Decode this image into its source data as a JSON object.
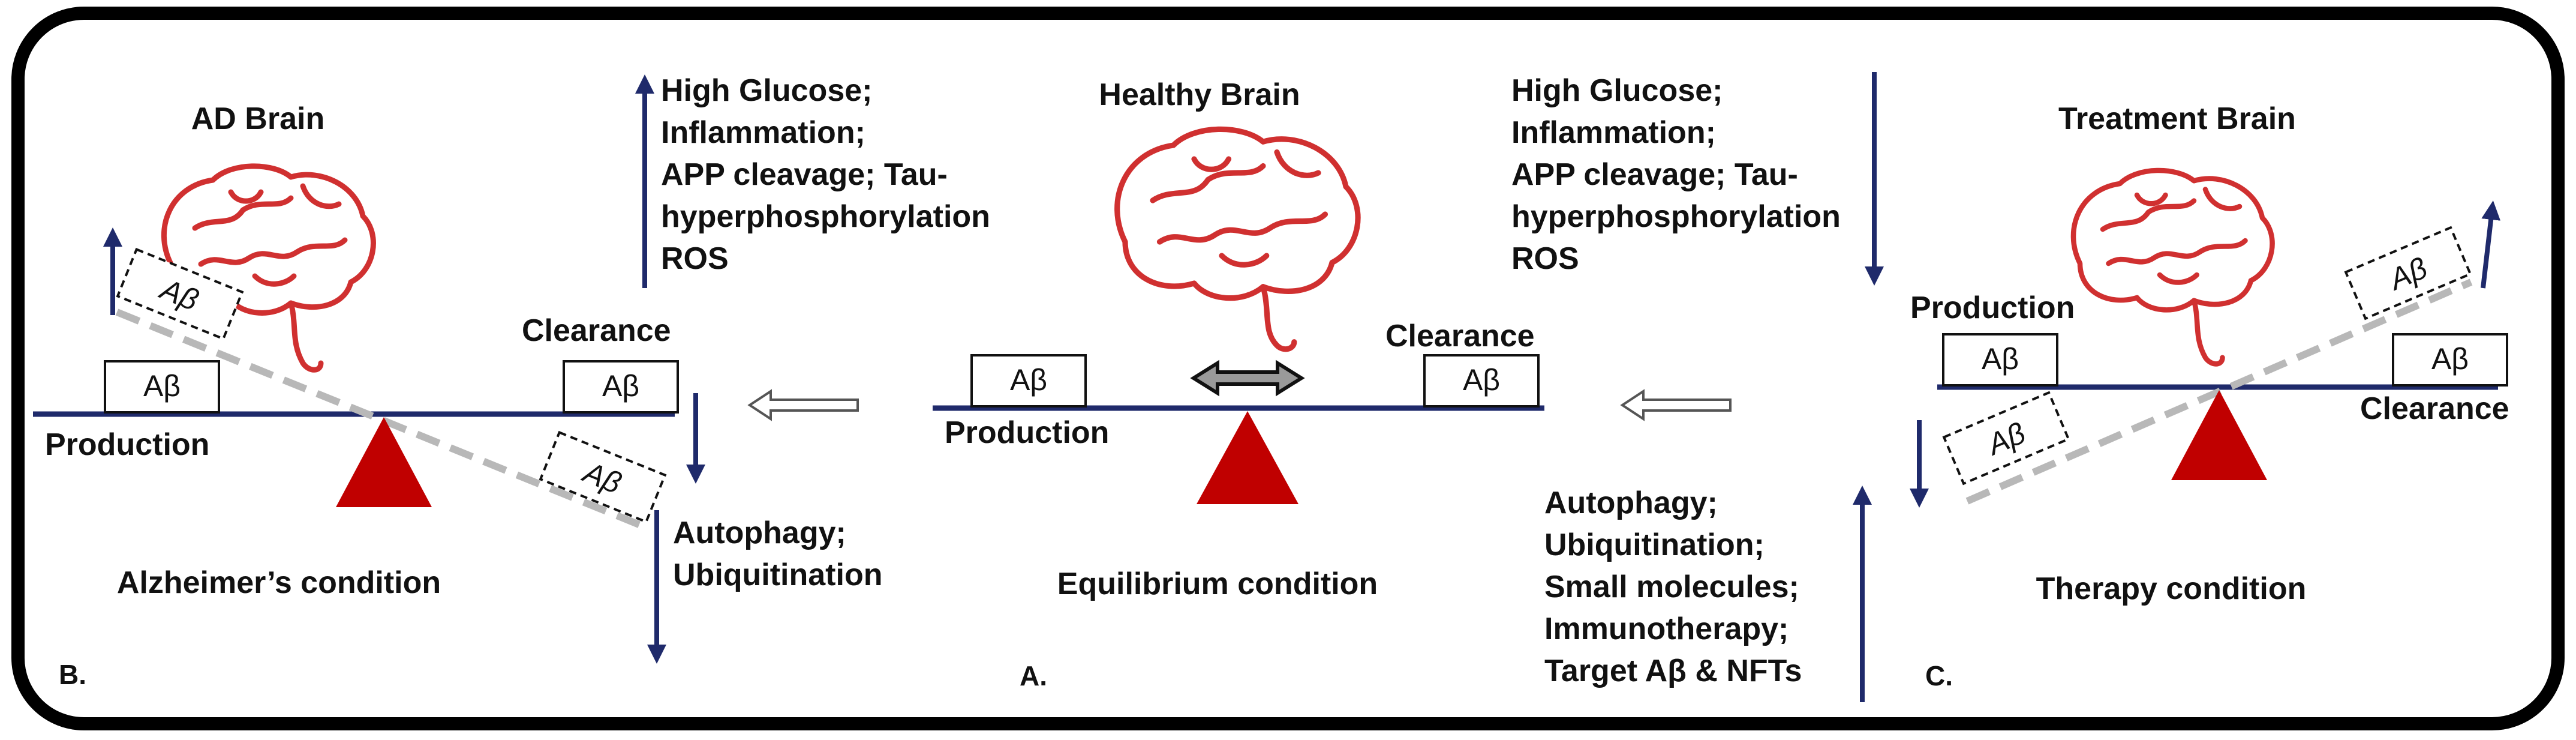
{
  "panels": {
    "b": {
      "title": "AD Brain",
      "condition": "Alzheimer’s condition",
      "letter": "B.",
      "production": "Production",
      "clearance": "Clearance",
      "up_factors": [
        "High Glucose;",
        "Inflammation;",
        "APP cleavage; Tau-",
        "hyperphosphorylation",
        "ROS"
      ],
      "down_factors": [
        "Autophagy;",
        "Ubiquitination"
      ]
    },
    "a": {
      "title": "Healthy Brain",
      "condition": "Equilibrium condition",
      "letter": "A.",
      "production": "Production",
      "clearance": "Clearance"
    },
    "c": {
      "title": "Treatment Brain",
      "condition": "Therapy condition",
      "letter": "C.",
      "production": "Production",
      "clearance": "Clearance",
      "down_factors": [
        "High Glucose;",
        "Inflammation;",
        "APP cleavage; Tau-",
        "hyperphosphorylation",
        "ROS"
      ],
      "up_factors": [
        "Autophagy;",
        "Ubiquitination;",
        "Small molecules;",
        "Immunotherapy;",
        "Target Aβ & NFTs"
      ]
    }
  },
  "abeta": "Aβ",
  "colors": {
    "beam": "#1f2a6b",
    "fulcrum": "#c00000",
    "brain": "#d03030",
    "arrow": "#1f2a6b",
    "tilt": "#b8b8b8"
  }
}
